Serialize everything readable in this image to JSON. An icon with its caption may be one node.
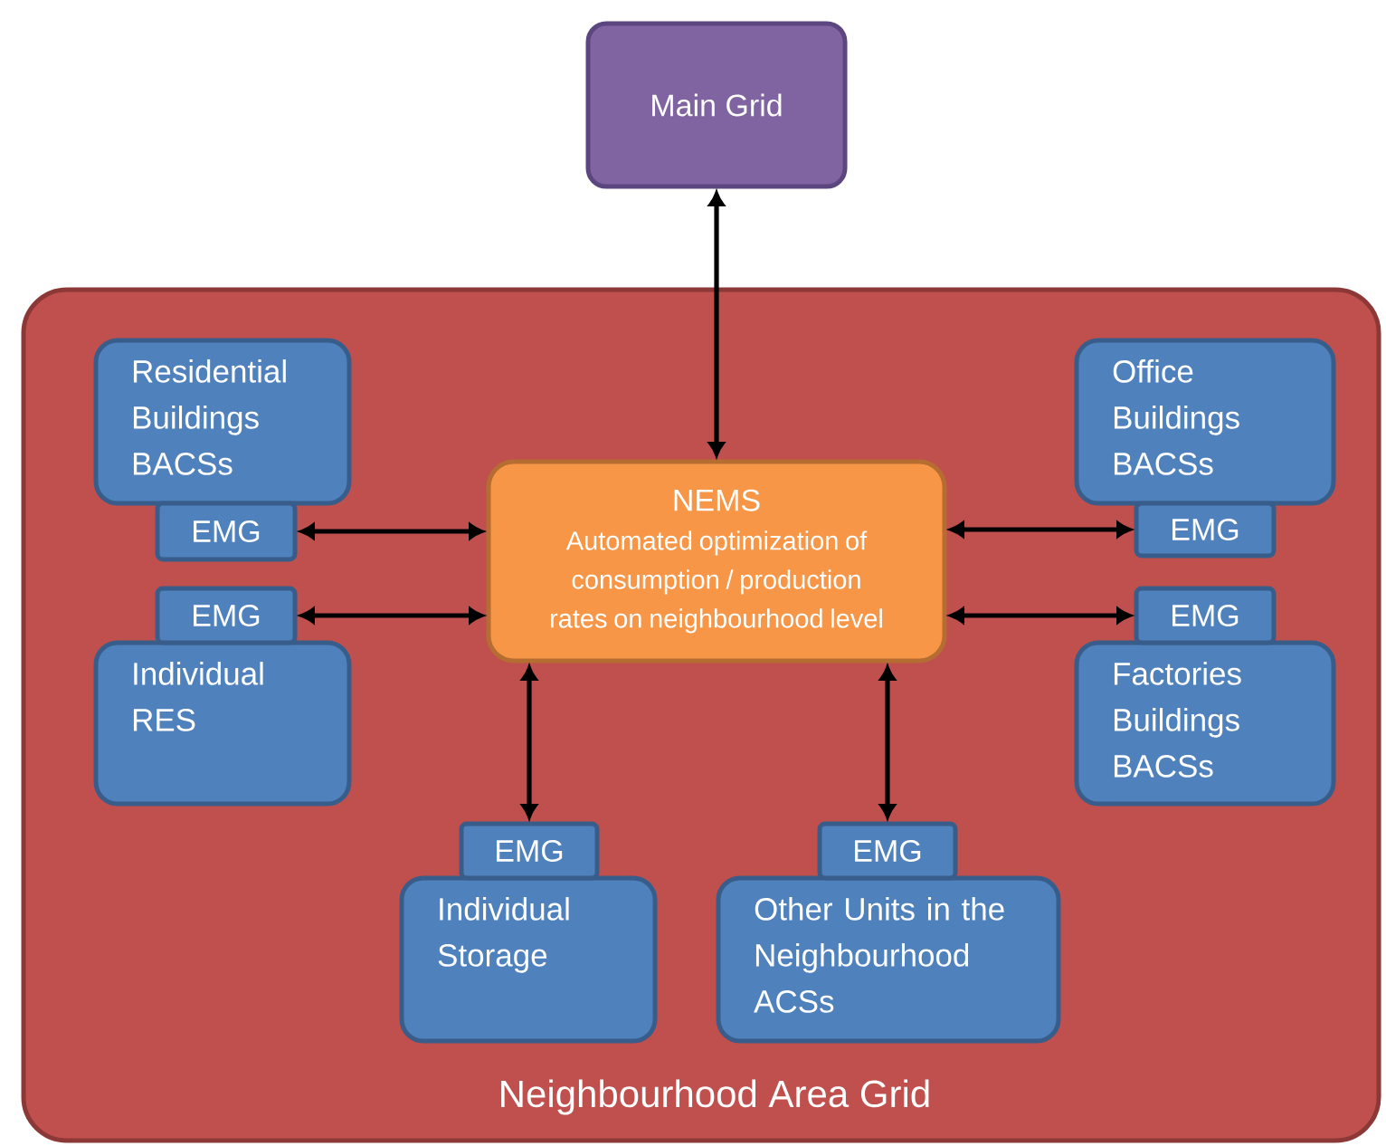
{
  "diagram": {
    "nodes": [
      {
        "text": [
          "Main Grid"
        ]
      },
      {
        "text": [
          "Neighbourhood Area Grid"
        ]
      },
      {
        "text": [
          "NEMS",
          "Automated optimization of consumption / production rates on neighbourhood level"
        ],
        "in": 1
      },
      {
        "text": [
          "Residential Buildings BACSs"
        ],
        "in": 1
      },
      {
        "text": [
          "EMG"
        ],
        "in": 1
      },
      {
        "text": [
          "EMG"
        ],
        "in": 1
      },
      {
        "text": [
          "Individual RES"
        ],
        "in": 1
      },
      {
        "text": [
          "Office Buildings BACSs"
        ],
        "in": 1
      },
      {
        "text": [
          "EMG"
        ],
        "in": 1
      },
      {
        "text": [
          "EMG"
        ],
        "in": 1
      },
      {
        "text": [
          "Factories Buildings BACSs"
        ],
        "in": 1
      },
      {
        "text": [
          "EMG"
        ],
        "in": 1
      },
      {
        "text": [
          "Individual Storage"
        ],
        "in": 1
      },
      {
        "text": [
          "EMG"
        ],
        "in": 1
      },
      {
        "text": [
          "Other Units in the Neighbourhood ACSs"
        ],
        "in": 1
      }
    ],
    "edges": [
      {
        "from": 0,
        "to": 2,
        "arrow": "both"
      },
      {
        "from": 4,
        "to": 2,
        "arrow": "both"
      },
      {
        "from": 5,
        "to": 2,
        "arrow": "both"
      },
      {
        "from": 2,
        "to": 8,
        "arrow": "both"
      },
      {
        "from": 2,
        "to": 9,
        "arrow": "both"
      },
      {
        "from": 2,
        "to": 11,
        "arrow": "both"
      },
      {
        "from": 2,
        "to": 13,
        "arrow": "both"
      }
    ]
  }
}
